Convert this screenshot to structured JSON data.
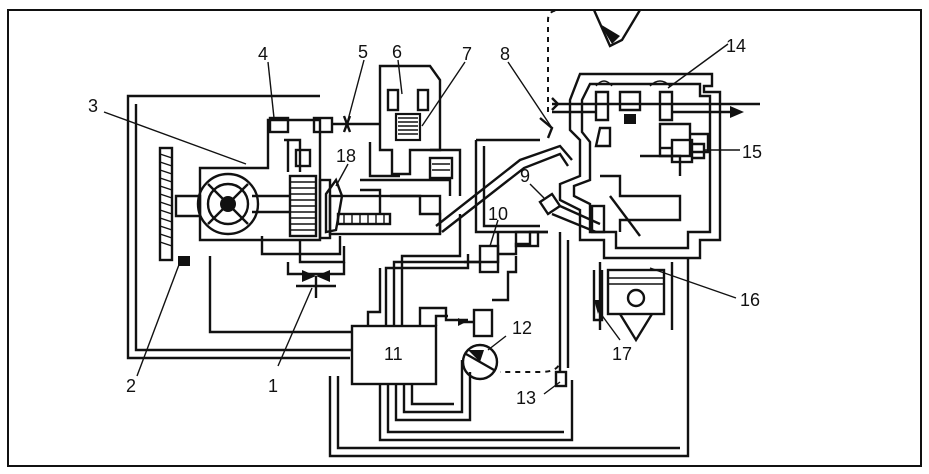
{
  "diagram": {
    "callouts": [
      {
        "id": "c1",
        "text": "1"
      },
      {
        "id": "c2",
        "text": "2"
      },
      {
        "id": "c3",
        "text": "3"
      },
      {
        "id": "c4",
        "text": "4"
      },
      {
        "id": "c5",
        "text": "5"
      },
      {
        "id": "c6",
        "text": "6"
      },
      {
        "id": "c7",
        "text": "7"
      },
      {
        "id": "c8",
        "text": "8"
      },
      {
        "id": "c9",
        "text": "9"
      },
      {
        "id": "c10",
        "text": "10"
      },
      {
        "id": "c11",
        "text": "11"
      },
      {
        "id": "c12",
        "text": "12"
      },
      {
        "id": "c13",
        "text": "13"
      },
      {
        "id": "c14",
        "text": "14"
      },
      {
        "id": "c15",
        "text": "15"
      },
      {
        "id": "c16",
        "text": "16"
      },
      {
        "id": "c17",
        "text": "17"
      },
      {
        "id": "c18",
        "text": "18"
      }
    ]
  }
}
